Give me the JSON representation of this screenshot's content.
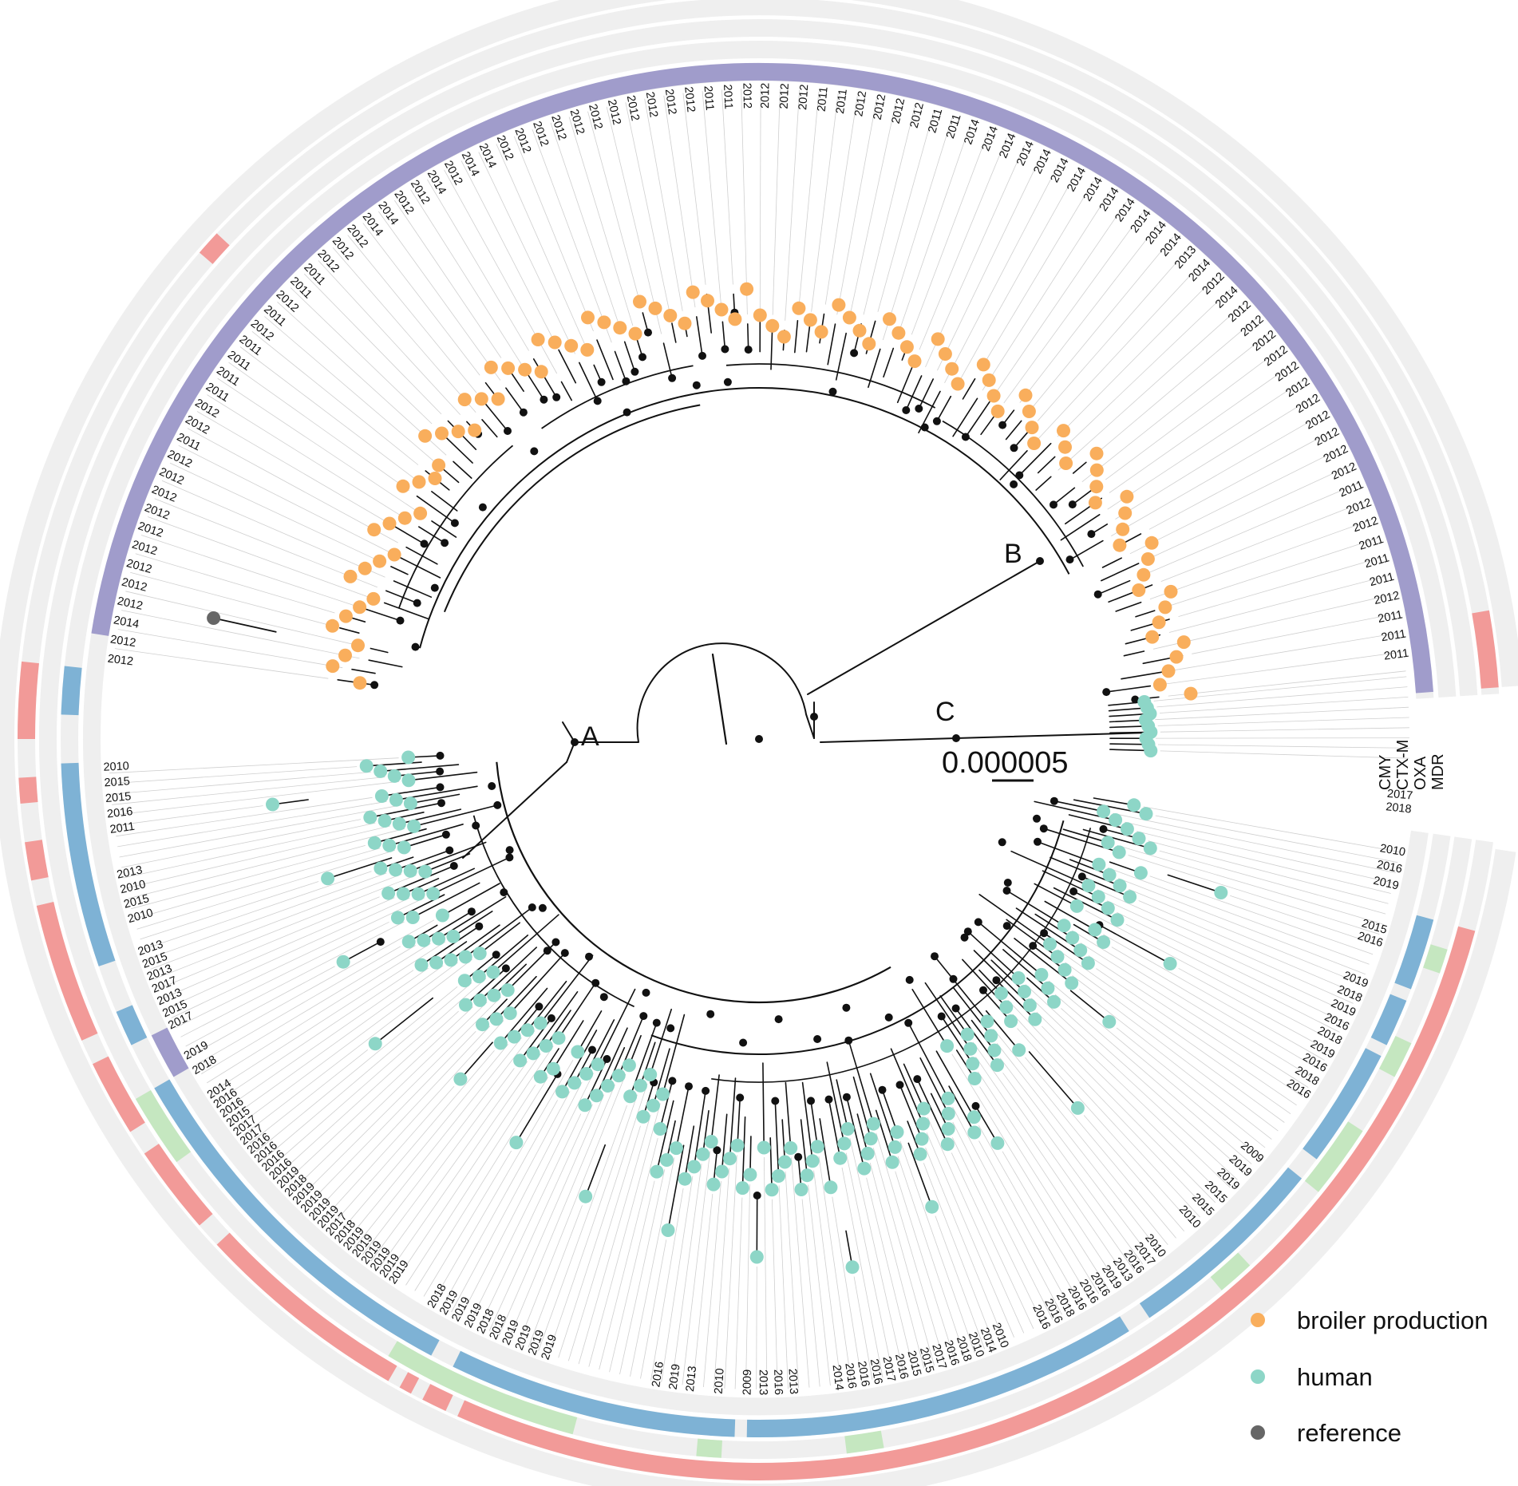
{
  "colors": {
    "broiler": "#F9AE5C",
    "human": "#8DD6C7",
    "reference": "#666666",
    "cmy": "#A09CCB",
    "ctxm": "#7EB2D5",
    "oxa": "#C5E7C0",
    "mdr": "#F29A98",
    "ring_bg": "#EFEFEF",
    "node": "#111111",
    "branch": "#111111",
    "leafline": "#CFCFCF"
  },
  "clade_labels": [
    "A",
    "B",
    "C"
  ],
  "scale_bar": {
    "label": "0.000005"
  },
  "ring_labels": [
    "CMY",
    "CTX-M",
    "OXA",
    "MDR"
  ],
  "legend": [
    {
      "label": "broiler production",
      "color_key": "broiler"
    },
    {
      "label": "human",
      "color_key": "human"
    },
    {
      "label": "reference",
      "color_key": "reference"
    }
  ],
  "tip_years": {
    "upper_arc": [
      "2012",
      "2012",
      "2014",
      "2012",
      "2012",
      "2012",
      "2012",
      "2012",
      "2012",
      "2012",
      "2012",
      "2012",
      "2011",
      "2012",
      "2012",
      "2011",
      "2011",
      "2011",
      "2011",
      "2012",
      "2011",
      "2012",
      "2011",
      "2011",
      "2012",
      "2012",
      "2012",
      "2014",
      "2014",
      "2012",
      "2012",
      "2014",
      "2012",
      "2014",
      "2014",
      "2012",
      "2012",
      "2012",
      "2012",
      "2012",
      "2012",
      "2012",
      "2012",
      "2012",
      "2012",
      "2012",
      "2011",
      "2011",
      "2012",
      "2012",
      "2012",
      "2012",
      "2011",
      "2011",
      "2012",
      "2012",
      "2012",
      "2012",
      "2011",
      "2011",
      "2014",
      "2014",
      "2014",
      "2014",
      "2014",
      "2014",
      "2014",
      "2014",
      "2014",
      "2014",
      "2014",
      "2014",
      "2014",
      "2013",
      "2014",
      "2012",
      "2014",
      "2012",
      "2012",
      "2012",
      "2012",
      "2012",
      "2012",
      "2012",
      "2012",
      "2012",
      "2012",
      "2012",
      "2011",
      "2012",
      "2012",
      "2011",
      "2011",
      "2011",
      "2012",
      "2011",
      "2011",
      "2011"
    ],
    "left_group_1": [
      "2010",
      "2015",
      "2015",
      "2016",
      "2011"
    ],
    "left_group_2": [
      "2013",
      "2010",
      "2015",
      "2010"
    ],
    "left_group_3": [
      "2013",
      "2015",
      "2013",
      "2017",
      "2013",
      "2015",
      "2017"
    ],
    "left_group_4": [
      "2019",
      "2018"
    ],
    "lower_left_1": [
      "2014",
      "2016",
      "2016",
      "2015",
      "2017",
      "2017",
      "2016",
      "2016",
      "2016",
      "2016",
      "2019",
      "2018",
      "2019",
      "2019",
      "2019",
      "2019",
      "2017",
      "2018",
      "2019",
      "2019",
      "2019",
      "2019",
      "2019",
      "2019"
    ],
    "lower_left_2": [
      "2018",
      "2019",
      "2019",
      "2019",
      "2018",
      "2018",
      "2019",
      "2019",
      "2019",
      "2019"
    ],
    "bottom_1": [
      "2016",
      "2019",
      "2013"
    ],
    "bottom_2": [
      "2010"
    ],
    "bottom_3": [
      "2009",
      "2013",
      "2016",
      "2013"
    ],
    "bottom_4": [
      "2014",
      "2016",
      "2016",
      "2016",
      "2017",
      "2016",
      "2015",
      "2015",
      "2017",
      "2016",
      "2018",
      "2010",
      "2014",
      "2010"
    ],
    "lower_right_1": [
      "2016",
      "2016",
      "2018",
      "2016",
      "2016",
      "2016",
      "2019",
      "2013",
      "2016",
      "2017",
      "2010"
    ],
    "lower_right_2": [
      "2010",
      "2015",
      "2015",
      "2019",
      "2019",
      "2009"
    ],
    "right_1": [
      "2017",
      "2018"
    ],
    "right_2": [
      "2010",
      "2016",
      "2019"
    ],
    "right_3": [
      "2015",
      "2016"
    ],
    "right_4": [
      "2019",
      "2018",
      "2019",
      "2016",
      "2018",
      "2019",
      "2016",
      "2018",
      "2016"
    ]
  },
  "tree": {
    "root_node": "center",
    "major_clades": [
      {
        "label": "A",
        "host": "human",
        "tips": 180
      },
      {
        "label": "B",
        "host": "broiler production",
        "tips": 98
      },
      {
        "label": "C",
        "host": "human",
        "tips": 9
      }
    ],
    "reference_tips": 1
  },
  "rings": {
    "order_inner_to_outer": [
      "CMY",
      "CTX-M",
      "OXA",
      "MDR"
    ]
  }
}
